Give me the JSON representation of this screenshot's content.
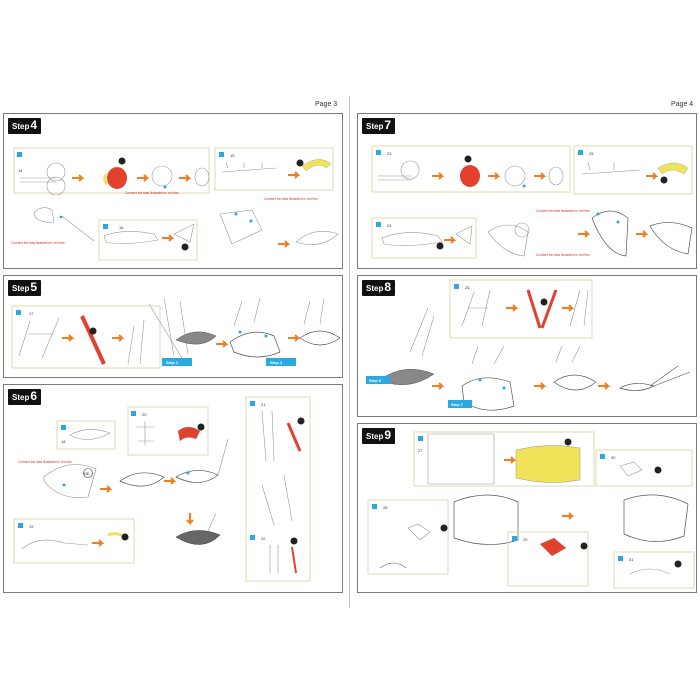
{
  "pages": {
    "left": {
      "label": "Page 3"
    },
    "right": {
      "label": "Page 4"
    }
  },
  "steps": {
    "s4": {
      "word": "Step",
      "num": "4",
      "parts": [
        "14",
        "15",
        "16"
      ],
      "notes": [
        "Connect the tabs illustrated in red first",
        "Connect the tabs illustrated in red first",
        "Connect the tabs illustrated in red first"
      ]
    },
    "s5": {
      "word": "Step",
      "num": "5",
      "parts": [
        "17"
      ],
      "refs": [
        "Step 3",
        "Step 4"
      ]
    },
    "s6": {
      "word": "Step",
      "num": "6",
      "parts": [
        "18",
        "19",
        "20",
        "21",
        "22"
      ],
      "notes": [
        "Connect the tabs illustrated in red first"
      ],
      "badges": [
        "NE"
      ]
    },
    "s7": {
      "word": "Step",
      "num": "7",
      "parts": [
        "23",
        "24",
        "25"
      ],
      "notes": [
        "Connect the tabs illustrated in red first",
        "Connect the tabs illustrated in red first"
      ]
    },
    "s8": {
      "word": "Step",
      "num": "8",
      "parts": [
        "26"
      ],
      "refs": [
        "Step 6",
        "Step 7"
      ]
    },
    "s9": {
      "word": "Step",
      "num": "9",
      "parts": [
        "27",
        "28",
        "29",
        "30",
        "31"
      ]
    }
  },
  "colors": {
    "orange": "#ef7d22",
    "blue": "#29a9e0",
    "red": "#e2412e",
    "yellow": "#f0e35a",
    "frame": "#d9cfa4",
    "tag": "#2aa9e0"
  },
  "icons": [
    "pliers-icon",
    "orange-arrow-icon",
    "blue-dot-icon"
  ]
}
